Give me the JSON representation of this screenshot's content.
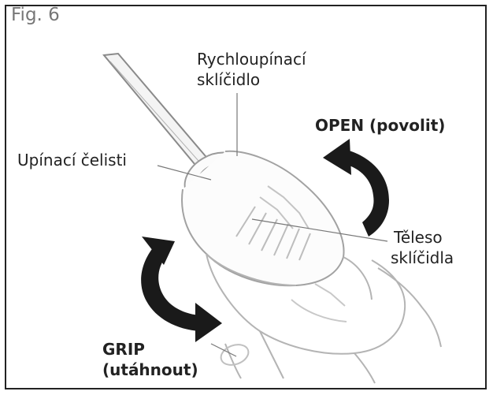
{
  "figure": {
    "label": "Fig. 6"
  },
  "callouts": {
    "quick_chuck_line1": "Rychloupínací",
    "quick_chuck_line2": "sklíčidlo",
    "open": "OPEN (povolit)",
    "jaws": "Upínací čelisti",
    "chuck_body_line1": "Těleso",
    "chuck_body_line2": "sklíčidla",
    "grip_line1": "GRIP",
    "grip_line2": "(utáhnout)"
  },
  "colors": {
    "arrow": "#1a1a1a",
    "outline": "#9a9a9a",
    "text": "#222222"
  }
}
